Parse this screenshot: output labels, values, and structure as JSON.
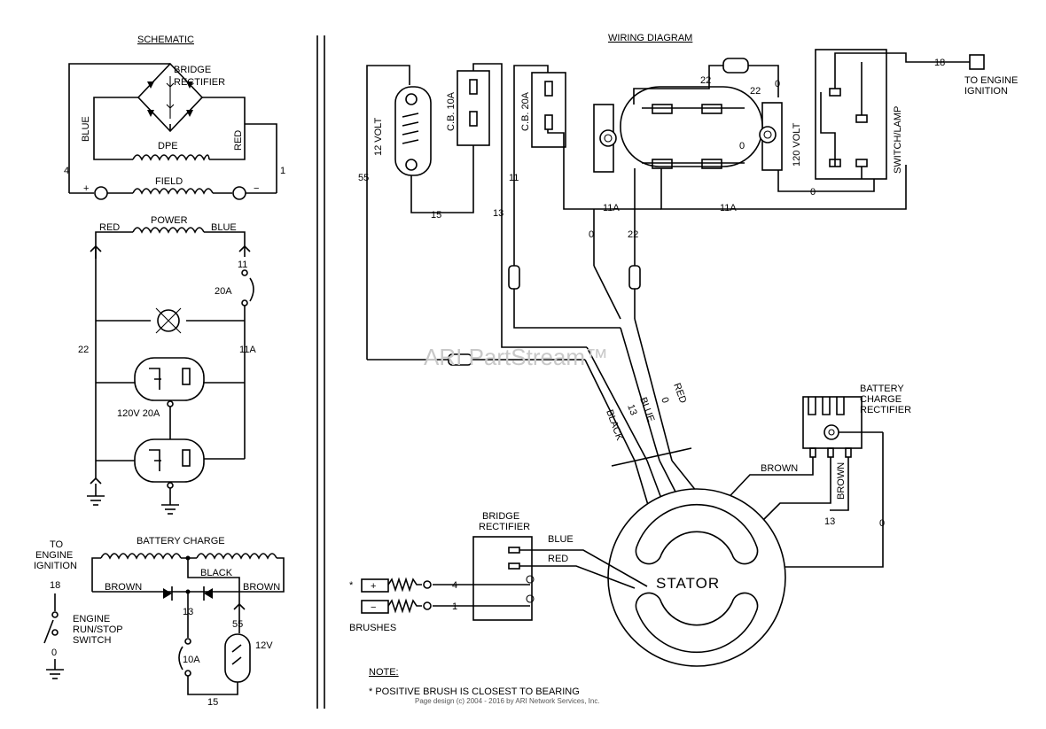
{
  "sections": {
    "schematic": "SCHEMATIC",
    "wiring": "WIRING DIAGRAM"
  },
  "schematic": {
    "bridge1": "BRIDGE",
    "bridge2": "RECTIFIER",
    "blue": "BLUE",
    "red": "RED",
    "dpe": "DPE",
    "n4": "4",
    "n1": "1",
    "plus": "+",
    "minus": "−",
    "field": "FIELD",
    "power": "POWER",
    "red2": "RED",
    "blue2": "BLUE",
    "n11": "11",
    "a20": "20A",
    "n22": "22",
    "n11a": "11A",
    "rec": "120V 20A"
  },
  "battery": {
    "title": "BATTERY CHARGE",
    "brown1": "BROWN",
    "black": "BLACK",
    "brown2": "BROWN",
    "n13": "13",
    "n55": "55",
    "a10": "10A",
    "v12": "12V",
    "n15": "15"
  },
  "engine": {
    "to": "TO",
    "ign": "ENGINE",
    "ign2": "IGNITION",
    "n18": "18",
    "n0": "0",
    "eng": "ENGINE",
    "run": "RUN/STOP",
    "sw": "SWITCH"
  },
  "wiring": {
    "n55": "55",
    "v12": "12 VOLT",
    "n15": "15",
    "cb10": "C.B. 10A",
    "n13": "13",
    "n11": "11",
    "cb20": "C.B. 20A",
    "n11a1": "11A",
    "n11a2": "11A",
    "w0": "0",
    "w22": "22",
    "n22a": "22",
    "n22b": "22",
    "o1": "0",
    "o2": "0",
    "o3": "0",
    "v120": "120 VOLT",
    "switch": "SWITCH/LAMP",
    "n18": "18",
    "toEng1": "TO ENGINE",
    "toEng2": "IGNITION",
    "black": "BLACK",
    "c13": "13",
    "cblue": "BLUE",
    "c0": "0",
    "cred": "RED",
    "bcr1": "BATTERY",
    "bcr2": "CHARGE",
    "bcr3": "RECTIFIER",
    "brown": "BROWN",
    "brown2": "BROWN",
    "b13": "13",
    "b0": "0",
    "stator": "STATOR",
    "br1": "BRIDGE",
    "br2": "RECTIFIER",
    "blue": "BLUE",
    "red": "RED",
    "p4": "4",
    "p1": "1",
    "plus": "+",
    "minus": "−",
    "star": "*",
    "brushes": "BRUSHES"
  },
  "note": {
    "title": "NOTE:",
    "text": "* POSITIVE BRUSH IS CLOSEST TO BEARING"
  },
  "watermark": "ARI PartStream™",
  "footer": "Page design (c) 2004 - 2016 by ARI Network Services, Inc."
}
